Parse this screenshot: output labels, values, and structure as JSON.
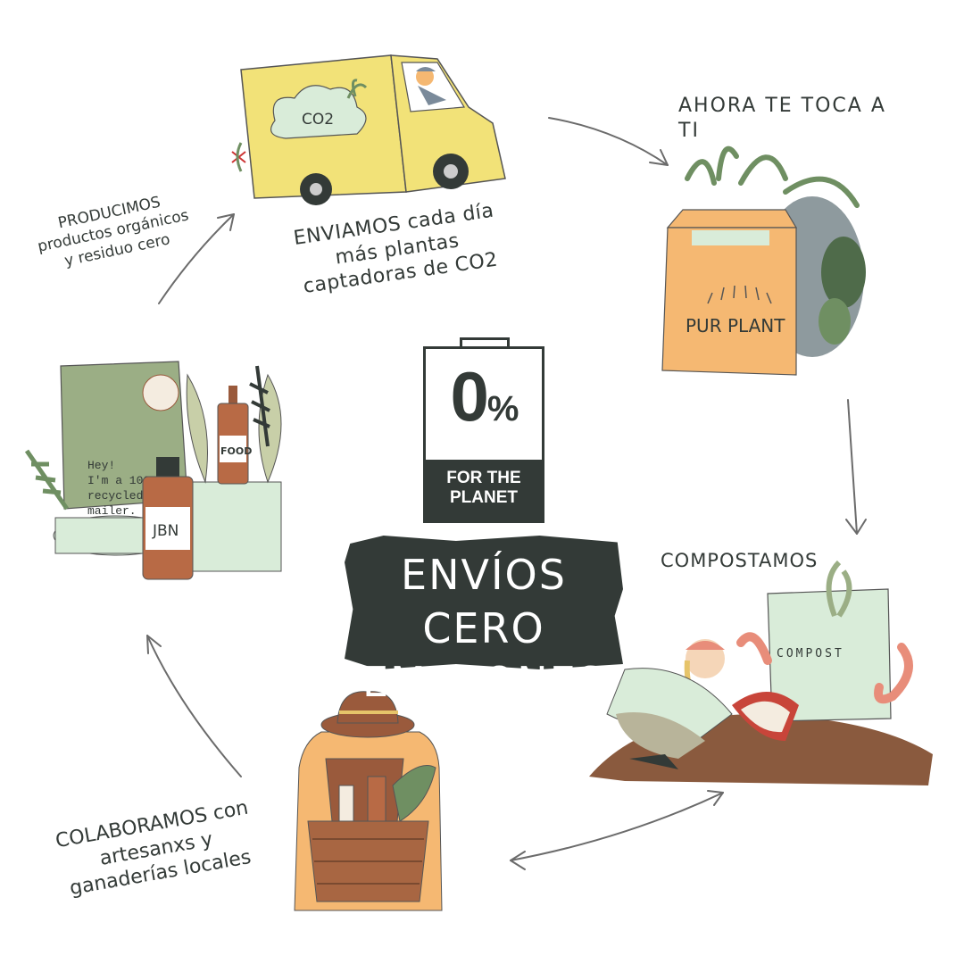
{
  "labels": {
    "producimos": [
      "PRODUCIMOS",
      "productos orgánicos",
      "y residuo cero"
    ],
    "enviamos": [
      "ENVIAMOS cada día",
      "más plantas",
      "captadoras de CO2"
    ],
    "ahora": "AHORA TE TOCA A TI",
    "compostamos": "COMPOSTAMOS",
    "colaboramos": [
      "COLABORAMOS con",
      "artesanxs y",
      "ganaderías locales"
    ]
  },
  "badge": {
    "value": "0",
    "unit": "%",
    "footer": [
      "FOR THE",
      "PLANET"
    ]
  },
  "headline": [
    "ENVÍOS CERO",
    "EMISIONES"
  ],
  "illustration_text": {
    "truck_cloud": "CO2",
    "box_brand": "PUR PLANT",
    "mailer": [
      "Hey!",
      "I'm a 100",
      "recycled",
      "mailer."
    ],
    "bottle_small": "FOOD",
    "bottle_large": "JBN",
    "compost_bag": "COMPOST"
  },
  "colors": {
    "dark": "#333a37",
    "truck_yellow": "#f2e278",
    "box_orange": "#f5b872",
    "sage": "#9bae85",
    "mint": "#d9ecd9",
    "brown": "#9a5a3c",
    "soil": "#8a5a3e",
    "leaf_green": "#6f8f62"
  }
}
